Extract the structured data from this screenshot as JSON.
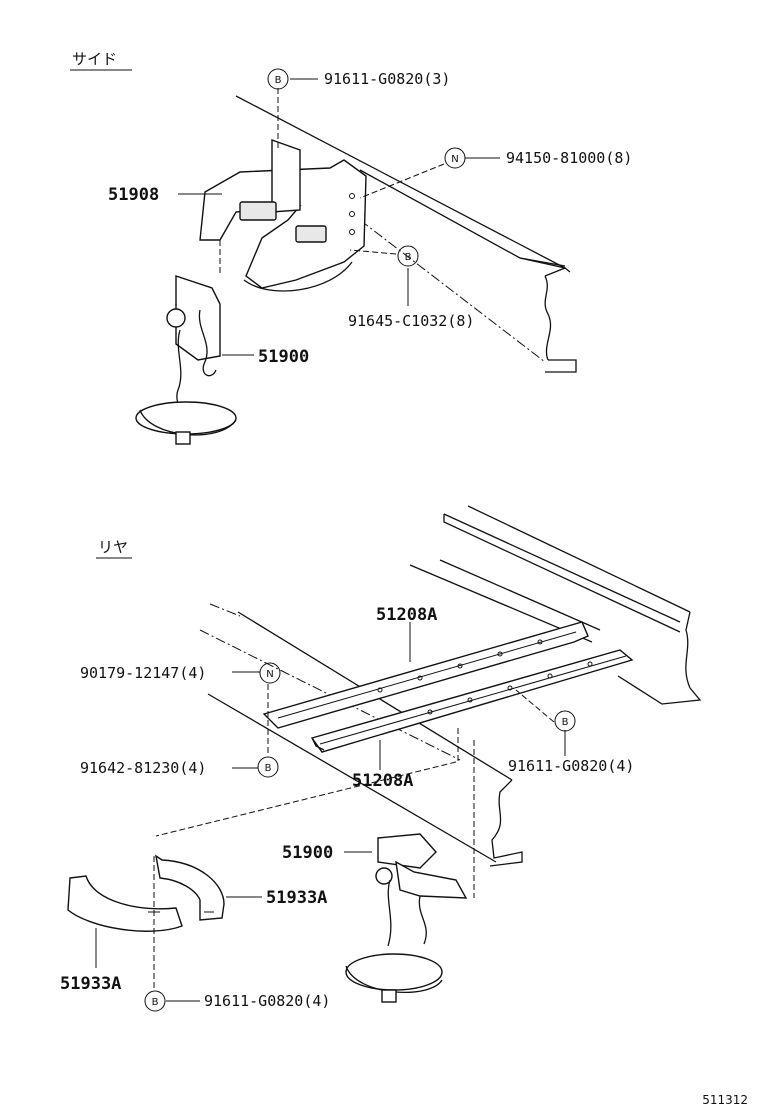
{
  "sections": {
    "side": "サイド",
    "rear": "リヤ"
  },
  "callouts": {
    "side_bolt_b": {
      "letter": "B",
      "text": "91611-G0820(3)"
    },
    "side_nut_n": {
      "letter": "N",
      "text": "94150-81000(8)"
    },
    "side_bolt_b2": {
      "letter": "B",
      "text": "91645-C1032(8)"
    },
    "rear_nut_n": {
      "letter": "N",
      "text": "90179-12147(4)"
    },
    "rear_bolt_b": {
      "letter": "B",
      "text": "91642-81230(4)"
    },
    "rear_bolt_b2": {
      "letter": "B",
      "text": "91611-G0820(4)"
    },
    "rear_bolt_b3": {
      "letter": "B",
      "text": "91611-G0820(4)"
    }
  },
  "parts": {
    "side_bracket": "51908",
    "side_carrier": "51900",
    "rear_rail_top": "51208A",
    "rear_rail_bottom": "51208A",
    "rear_carrier": "51900",
    "rear_ring_right": "51933A",
    "rear_ring_left": "51933A"
  },
  "footer": {
    "diagram_code": "511312"
  }
}
